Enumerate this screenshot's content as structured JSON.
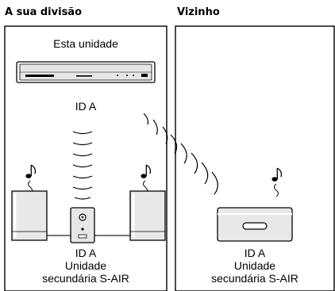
{
  "headers": {
    "left": "A sua divisão",
    "right": "Vizinho"
  },
  "left_room": {
    "main_unit_label": "Esta unidade",
    "main_unit_id": "ID A",
    "receiver": {
      "id": "ID A",
      "line1": "Unidade",
      "line2": "secundária S-AIR"
    }
  },
  "right_room": {
    "receiver": {
      "id": "ID A",
      "line1": "Unidade",
      "line2": "secundária S-AIR"
    }
  },
  "icons": [
    "music-note-icon",
    "wireless-signal-icon",
    "speaker-icon",
    "receiver-icon",
    "main-unit-icon"
  ]
}
